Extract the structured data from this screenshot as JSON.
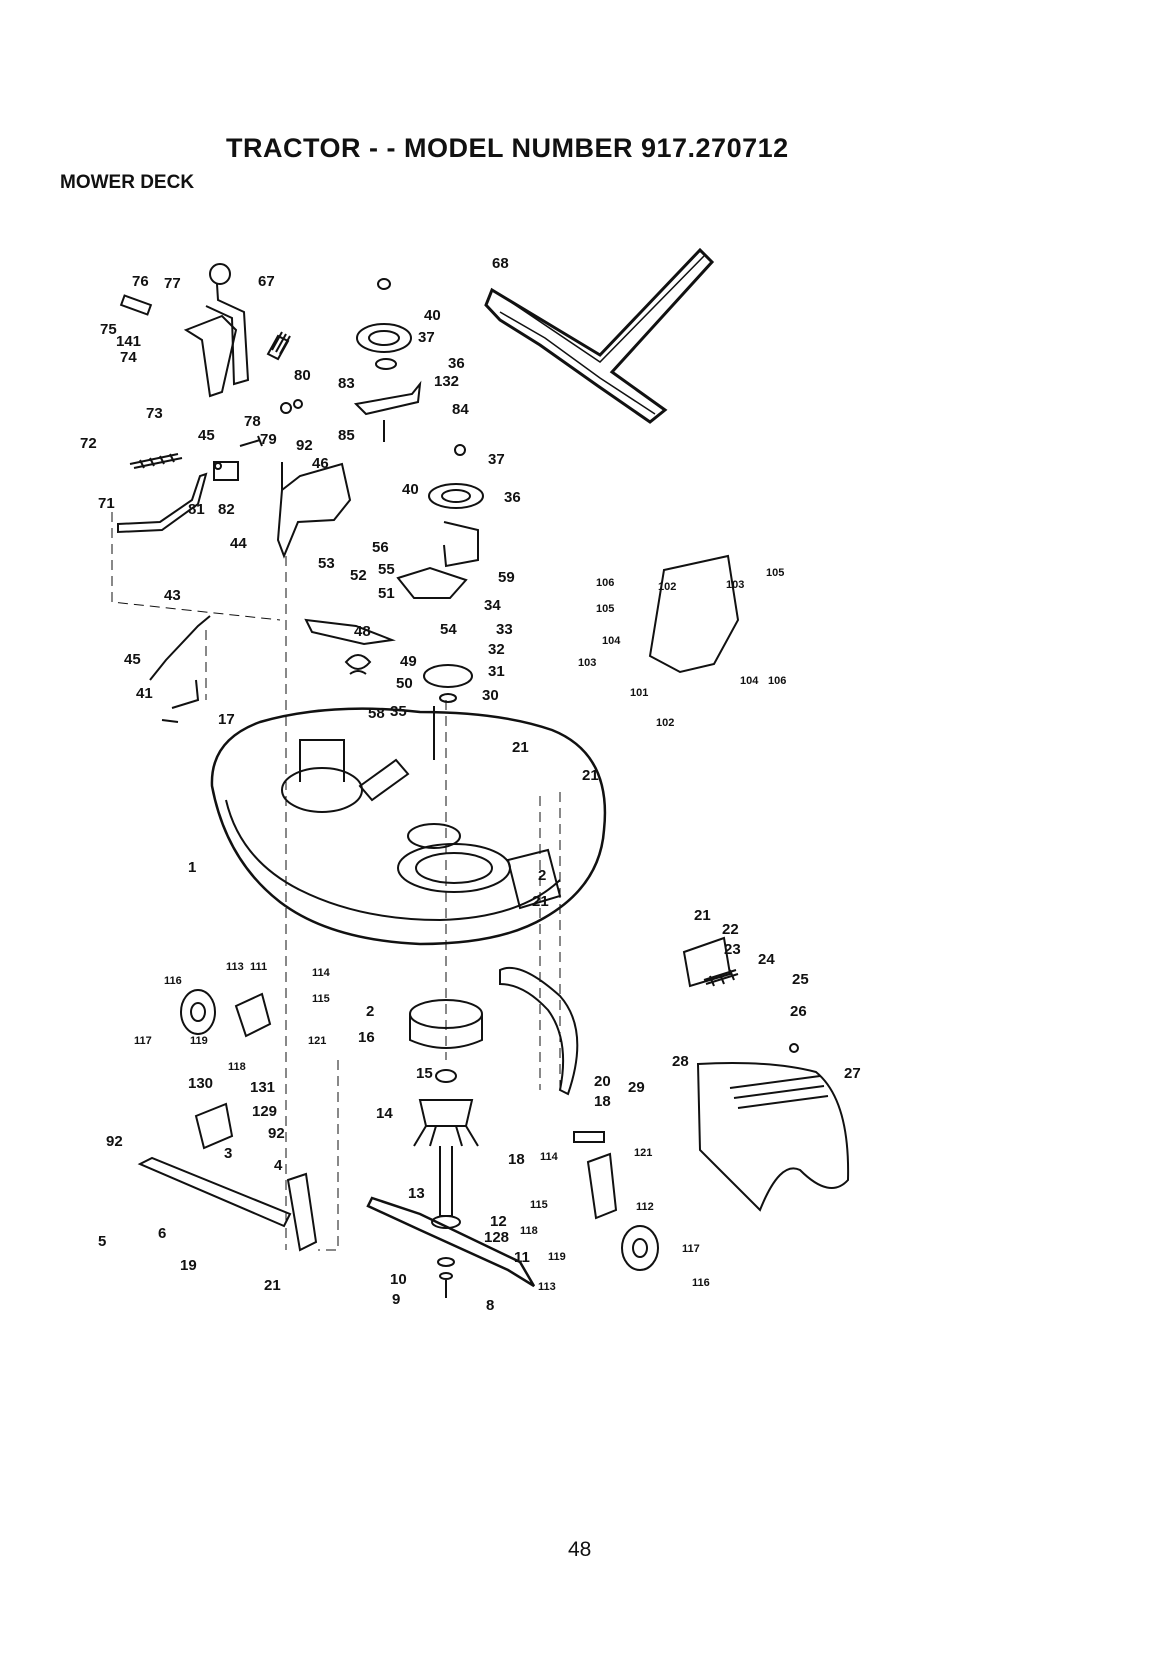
{
  "title": "TRACTOR - - MODEL NUMBER 917.270712",
  "subtitle": "MOWER DECK",
  "page_number": "48",
  "labels": [
    {
      "id": "76",
      "t": "76"
    },
    {
      "id": "77",
      "t": "77"
    },
    {
      "id": "67",
      "t": "67"
    },
    {
      "id": "75",
      "t": "75"
    },
    {
      "id": "141",
      "t": "141"
    },
    {
      "id": "74",
      "t": "74"
    },
    {
      "id": "80",
      "t": "80"
    },
    {
      "id": "73",
      "t": "73"
    },
    {
      "id": "78",
      "t": "78"
    },
    {
      "id": "45a",
      "t": "45"
    },
    {
      "id": "79",
      "t": "79"
    },
    {
      "id": "92a",
      "t": "92"
    },
    {
      "id": "72",
      "t": "72"
    },
    {
      "id": "46",
      "t": "46"
    },
    {
      "id": "71",
      "t": "71"
    },
    {
      "id": "81",
      "t": "81"
    },
    {
      "id": "82",
      "t": "82"
    },
    {
      "id": "44",
      "t": "44"
    },
    {
      "id": "68",
      "t": "68"
    },
    {
      "id": "40a",
      "t": "40"
    },
    {
      "id": "37a",
      "t": "37"
    },
    {
      "id": "36a",
      "t": "36"
    },
    {
      "id": "83",
      "t": "83"
    },
    {
      "id": "132",
      "t": "132"
    },
    {
      "id": "84",
      "t": "84"
    },
    {
      "id": "85",
      "t": "85"
    },
    {
      "id": "37b",
      "t": "37"
    },
    {
      "id": "40b",
      "t": "40"
    },
    {
      "id": "36b",
      "t": "36"
    },
    {
      "id": "56",
      "t": "56"
    },
    {
      "id": "59",
      "t": "59"
    },
    {
      "id": "53",
      "t": "53"
    },
    {
      "id": "52",
      "t": "52"
    },
    {
      "id": "55",
      "t": "55"
    },
    {
      "id": "51",
      "t": "51"
    },
    {
      "id": "34",
      "t": "34"
    },
    {
      "id": "48",
      "t": "48"
    },
    {
      "id": "54",
      "t": "54"
    },
    {
      "id": "33",
      "t": "33"
    },
    {
      "id": "49",
      "t": "49"
    },
    {
      "id": "32",
      "t": "32"
    },
    {
      "id": "31",
      "t": "31"
    },
    {
      "id": "50",
      "t": "50"
    },
    {
      "id": "30",
      "t": "30"
    },
    {
      "id": "58",
      "t": "58"
    },
    {
      "id": "35",
      "t": "35"
    },
    {
      "id": "43",
      "t": "43"
    },
    {
      "id": "45b",
      "t": "45"
    },
    {
      "id": "41",
      "t": "41"
    },
    {
      "id": "17",
      "t": "17"
    },
    {
      "id": "21a",
      "t": "21"
    },
    {
      "id": "21b",
      "t": "21"
    },
    {
      "id": "1",
      "t": "1"
    },
    {
      "id": "2a",
      "t": "2"
    },
    {
      "id": "21c",
      "t": "21"
    },
    {
      "id": "106a",
      "t": "106"
    },
    {
      "id": "102a",
      "t": "102"
    },
    {
      "id": "103a",
      "t": "103"
    },
    {
      "id": "105a",
      "t": "105"
    },
    {
      "id": "105b",
      "t": "105"
    },
    {
      "id": "104a",
      "t": "104"
    },
    {
      "id": "103b",
      "t": "103"
    },
    {
      "id": "104b",
      "t": "104"
    },
    {
      "id": "106b",
      "t": "106"
    },
    {
      "id": "101",
      "t": "101"
    },
    {
      "id": "102b",
      "t": "102"
    },
    {
      "id": "21d",
      "t": "21"
    },
    {
      "id": "22",
      "t": "22"
    },
    {
      "id": "23",
      "t": "23"
    },
    {
      "id": "24",
      "t": "24"
    },
    {
      "id": "25",
      "t": "25"
    },
    {
      "id": "26",
      "t": "26"
    },
    {
      "id": "28",
      "t": "28"
    },
    {
      "id": "29",
      "t": "29"
    },
    {
      "id": "27",
      "t": "27"
    },
    {
      "id": "116a",
      "t": "116"
    },
    {
      "id": "113a",
      "t": "113"
    },
    {
      "id": "111",
      "t": "111"
    },
    {
      "id": "114a",
      "t": "114"
    },
    {
      "id": "115a",
      "t": "115"
    },
    {
      "id": "117a",
      "t": "117"
    },
    {
      "id": "119a",
      "t": "119"
    },
    {
      "id": "121a",
      "t": "121"
    },
    {
      "id": "118a",
      "t": "118"
    },
    {
      "id": "2b",
      "t": "2"
    },
    {
      "id": "16",
      "t": "16"
    },
    {
      "id": "15",
      "t": "15"
    },
    {
      "id": "20",
      "t": "20"
    },
    {
      "id": "130",
      "t": "130"
    },
    {
      "id": "131",
      "t": "131"
    },
    {
      "id": "129",
      "t": "129"
    },
    {
      "id": "92b",
      "t": "92"
    },
    {
      "id": "92c",
      "t": "92"
    },
    {
      "id": "3",
      "t": "3"
    },
    {
      "id": "14",
      "t": "14"
    },
    {
      "id": "18a",
      "t": "18"
    },
    {
      "id": "18b",
      "t": "18"
    },
    {
      "id": "114b",
      "t": "114"
    },
    {
      "id": "121b",
      "t": "121"
    },
    {
      "id": "4",
      "t": "4"
    },
    {
      "id": "5",
      "t": "5"
    },
    {
      "id": "6",
      "t": "6"
    },
    {
      "id": "13",
      "t": "13"
    },
    {
      "id": "115b",
      "t": "115"
    },
    {
      "id": "112",
      "t": "112"
    },
    {
      "id": "12",
      "t": "12"
    },
    {
      "id": "128",
      "t": "128"
    },
    {
      "id": "118b",
      "t": "118"
    },
    {
      "id": "11",
      "t": "11"
    },
    {
      "id": "119b",
      "t": "119"
    },
    {
      "id": "117b",
      "t": "117"
    },
    {
      "id": "19",
      "t": "19"
    },
    {
      "id": "21e",
      "t": "21"
    },
    {
      "id": "10",
      "t": "10"
    },
    {
      "id": "113b",
      "t": "113"
    },
    {
      "id": "116b",
      "t": "116"
    },
    {
      "id": "9",
      "t": "9"
    },
    {
      "id": "8",
      "t": "8"
    }
  ]
}
